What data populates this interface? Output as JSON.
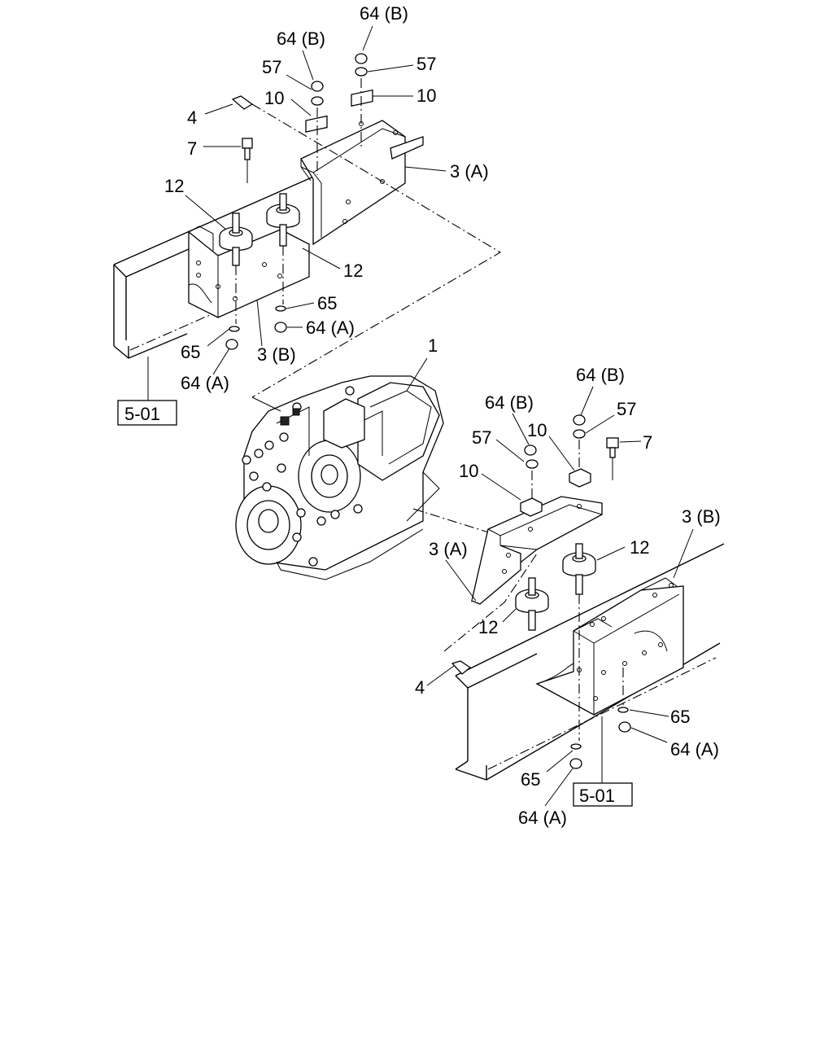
{
  "callouts": [
    {
      "id": "lbl-64b-top",
      "text": "64 (B)"
    },
    {
      "id": "lbl-64b-upper",
      "text": "64 (B)"
    },
    {
      "id": "lbl-57-upper-left",
      "text": "57"
    },
    {
      "id": "lbl-57-upper-right",
      "text": "57"
    },
    {
      "id": "lbl-10-upper-left",
      "text": "10"
    },
    {
      "id": "lbl-10-upper-right",
      "text": "10"
    },
    {
      "id": "lbl-4-upper",
      "text": "4"
    },
    {
      "id": "lbl-7-upper",
      "text": "7"
    },
    {
      "id": "lbl-3a-upper",
      "text": "3 (A)"
    },
    {
      "id": "lbl-12-upper-left",
      "text": "12"
    },
    {
      "id": "lbl-12-upper-right",
      "text": "12"
    },
    {
      "id": "lbl-65-upper-right",
      "text": "65"
    },
    {
      "id": "lbl-64a-upper-right",
      "text": "64 (A)"
    },
    {
      "id": "lbl-65-upper-left",
      "text": "65"
    },
    {
      "id": "lbl-3b-upper",
      "text": "3 (B)"
    },
    {
      "id": "lbl-64a-upper-left",
      "text": "64 (A)"
    },
    {
      "id": "lbl-1",
      "text": "1"
    },
    {
      "id": "lbl-64b-lower-right",
      "text": "64 (B)"
    },
    {
      "id": "lbl-64b-lower-left",
      "text": "64 (B)"
    },
    {
      "id": "lbl-57-lower-right",
      "text": "57"
    },
    {
      "id": "lbl-57-lower-left",
      "text": "57"
    },
    {
      "id": "lbl-10-lower-right",
      "text": "10"
    },
    {
      "id": "lbl-10-lower-left",
      "text": "10"
    },
    {
      "id": "lbl-7-lower",
      "text": "7"
    },
    {
      "id": "lbl-3b-lower",
      "text": "3 (B)"
    },
    {
      "id": "lbl-3a-lower",
      "text": "3 (A)"
    },
    {
      "id": "lbl-12-lower-right",
      "text": "12"
    },
    {
      "id": "lbl-12-lower-left",
      "text": "12"
    },
    {
      "id": "lbl-4-lower",
      "text": "4"
    },
    {
      "id": "lbl-65-lower-right",
      "text": "65"
    },
    {
      "id": "lbl-64a-lower-right",
      "text": "64 (A)"
    },
    {
      "id": "lbl-65-lower-left",
      "text": "65"
    },
    {
      "id": "lbl-64a-lower-left",
      "text": "64 (A)"
    }
  ],
  "references": [
    {
      "id": "ref-upper",
      "text": "5-01"
    },
    {
      "id": "ref-lower",
      "text": "5-01"
    }
  ]
}
